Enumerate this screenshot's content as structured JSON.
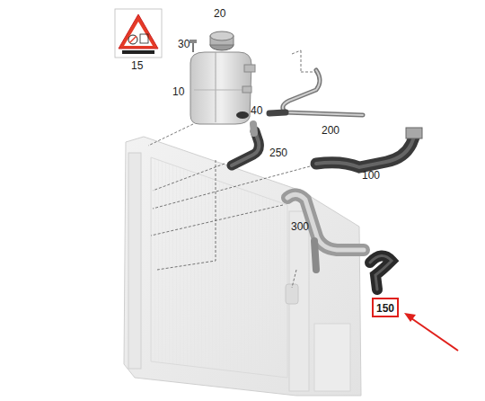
{
  "diagram": {
    "nodes": [
      {
        "text": [
          "150"
        ]
      }
    ],
    "labels": [
      "15",
      "20",
      "30",
      "10",
      "40",
      "200",
      "250",
      "100",
      "300"
    ]
  }
}
